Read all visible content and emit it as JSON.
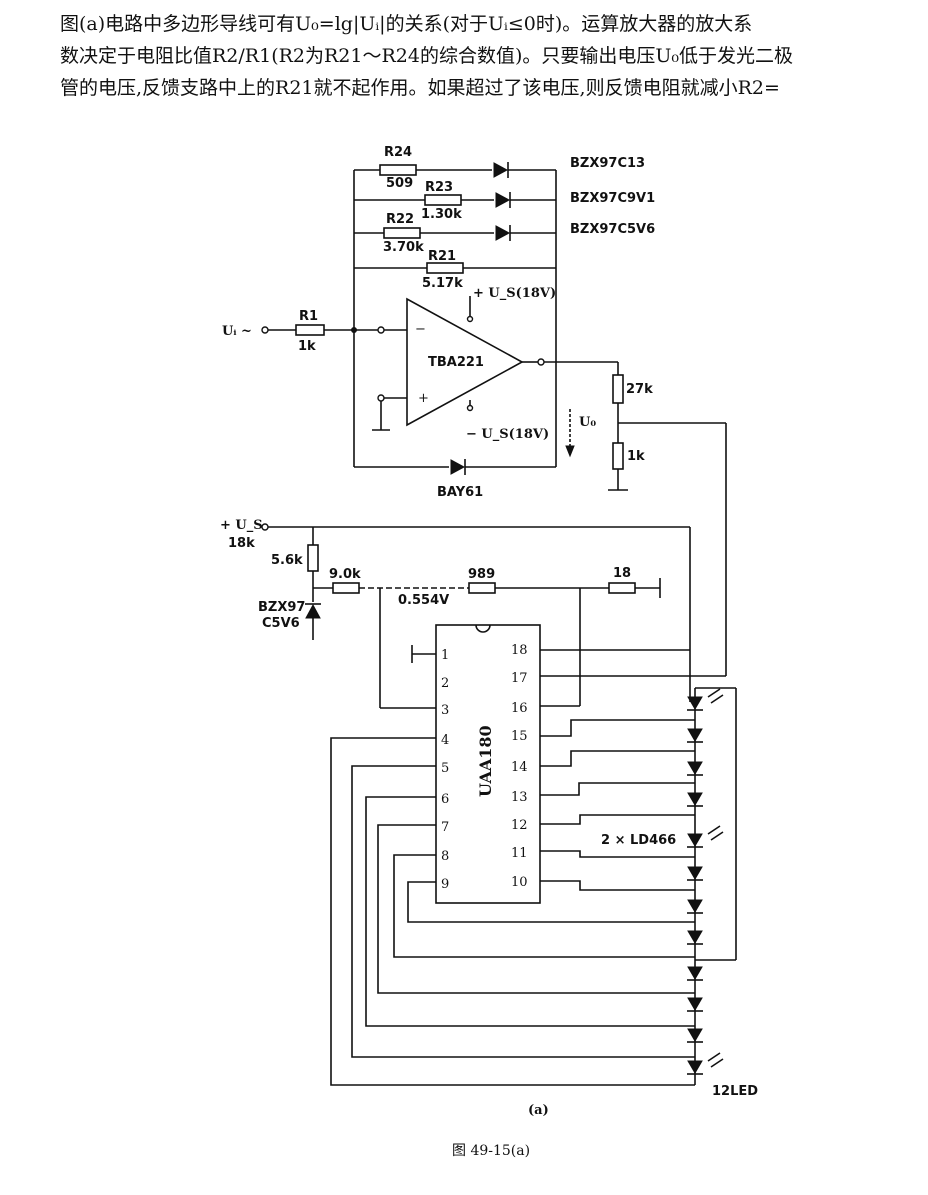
{
  "intro": {
    "line1": "图(a)电路中多边形导线可有U₀=lg|Uᵢ|的关系(对于Uᵢ≤0时)。运算放大器的放大系",
    "line2": "数决定于电阻比值R2/R1(R2为R21～R24的综合数值)。只要输出电压U₀低于发光二极",
    "line3": "管的电压,反馈支路中上的R21就不起作用。如果超过了该电压,则反馈电阻就减小R2="
  },
  "opamp": {
    "name": "TBA221",
    "vplus": "+ U_S(18V)",
    "vminus": "− U_S(18V)"
  },
  "input": {
    "label": "Uᵢ ~",
    "r1_name": "R1",
    "r1_value": "1k"
  },
  "feedback": {
    "r24": {
      "name": "R24",
      "value": "509",
      "diode": "BZX97C13"
    },
    "r23": {
      "name": "R23",
      "value": "1.30k",
      "diode": "BZX97C9V1"
    },
    "r22": {
      "name": "R22",
      "value": "3.70k",
      "diode": "BZX97C5V6"
    },
    "r21": {
      "name": "R21",
      "value": "5.17k"
    },
    "bottom_diode": "BAY61"
  },
  "output": {
    "label": "U₀",
    "r_top": "27k",
    "r_bottom": "1k"
  },
  "supply": {
    "label": "+ U_S",
    "value": "18k",
    "r_series": "5.6k",
    "zener": "BZX97",
    "zener2": "C5V6"
  },
  "divider": {
    "r1": "9.0k",
    "r2": "989",
    "r3": "18",
    "voltage": "0.554V"
  },
  "ic": {
    "name": "UAA180",
    "left_pins": [
      "1",
      "2",
      "3",
      "4",
      "5",
      "6",
      "7",
      "8",
      "9"
    ],
    "right_pins": [
      "18",
      "17",
      "16",
      "15",
      "14",
      "13",
      "12",
      "11",
      "10"
    ]
  },
  "leds": {
    "pair_label": "2 × LD466",
    "count_label": "12LED"
  },
  "sub_caption": "(a)",
  "caption": "图 49-15(a)"
}
